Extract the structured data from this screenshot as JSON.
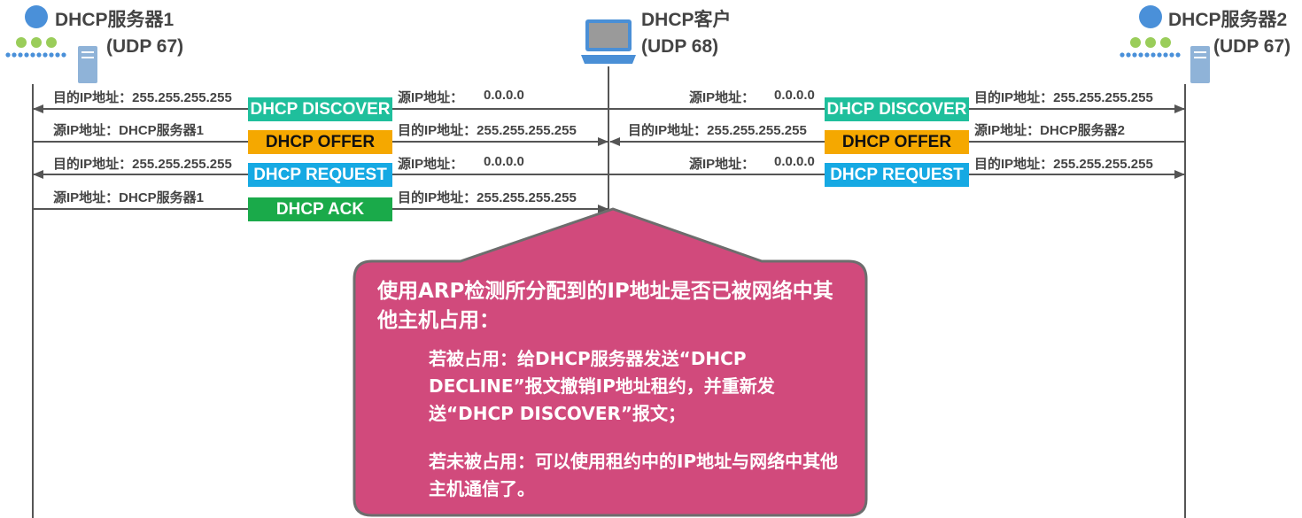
{
  "parties": {
    "server1": {
      "name": "DHCP服务器1",
      "port": "(UDP 67)"
    },
    "client": {
      "name": "DHCP客户",
      "port": "(UDP 68)"
    },
    "server2": {
      "name": "DHCP服务器2",
      "port": "(UDP 67)"
    }
  },
  "messages": {
    "discover": "DHCP DISCOVER",
    "offer": "DHCP OFFER",
    "request": "DHCP REQUEST",
    "ack": "DHCP ACK"
  },
  "labels": {
    "dst_broadcast": "目的IP地址：255.255.255.255",
    "src_zero_key": "源IP地址：",
    "src_zero_val": "0.0.0.0",
    "src_server1": "源IP地址：DHCP服务器1",
    "src_server2": "源IP地址：DHCP服务器2"
  },
  "callout": {
    "heading": "使用ARP检测所分配到的IP地址是否已被网络中其他主机占用：",
    "if_occupied": "若被占用：给DHCP服务器发送“DHCP DECLINE”报文撤销IP地址租约，并重新发送“DHCP DISCOVER”报文；",
    "if_free": "若未被占用：可以使用租约中的IP地址与网络中其他主机通信了。"
  },
  "colors": {
    "discover": "#1fbf9c",
    "offer": "#f5a800",
    "request": "#16a9e3",
    "ack": "#1aaa4a",
    "callout": "#d14a7c",
    "callout_border": "#6d6d6d",
    "lifeline": "#555555",
    "node_blue": "#4a90d9",
    "node_green": "#9acd5a"
  }
}
